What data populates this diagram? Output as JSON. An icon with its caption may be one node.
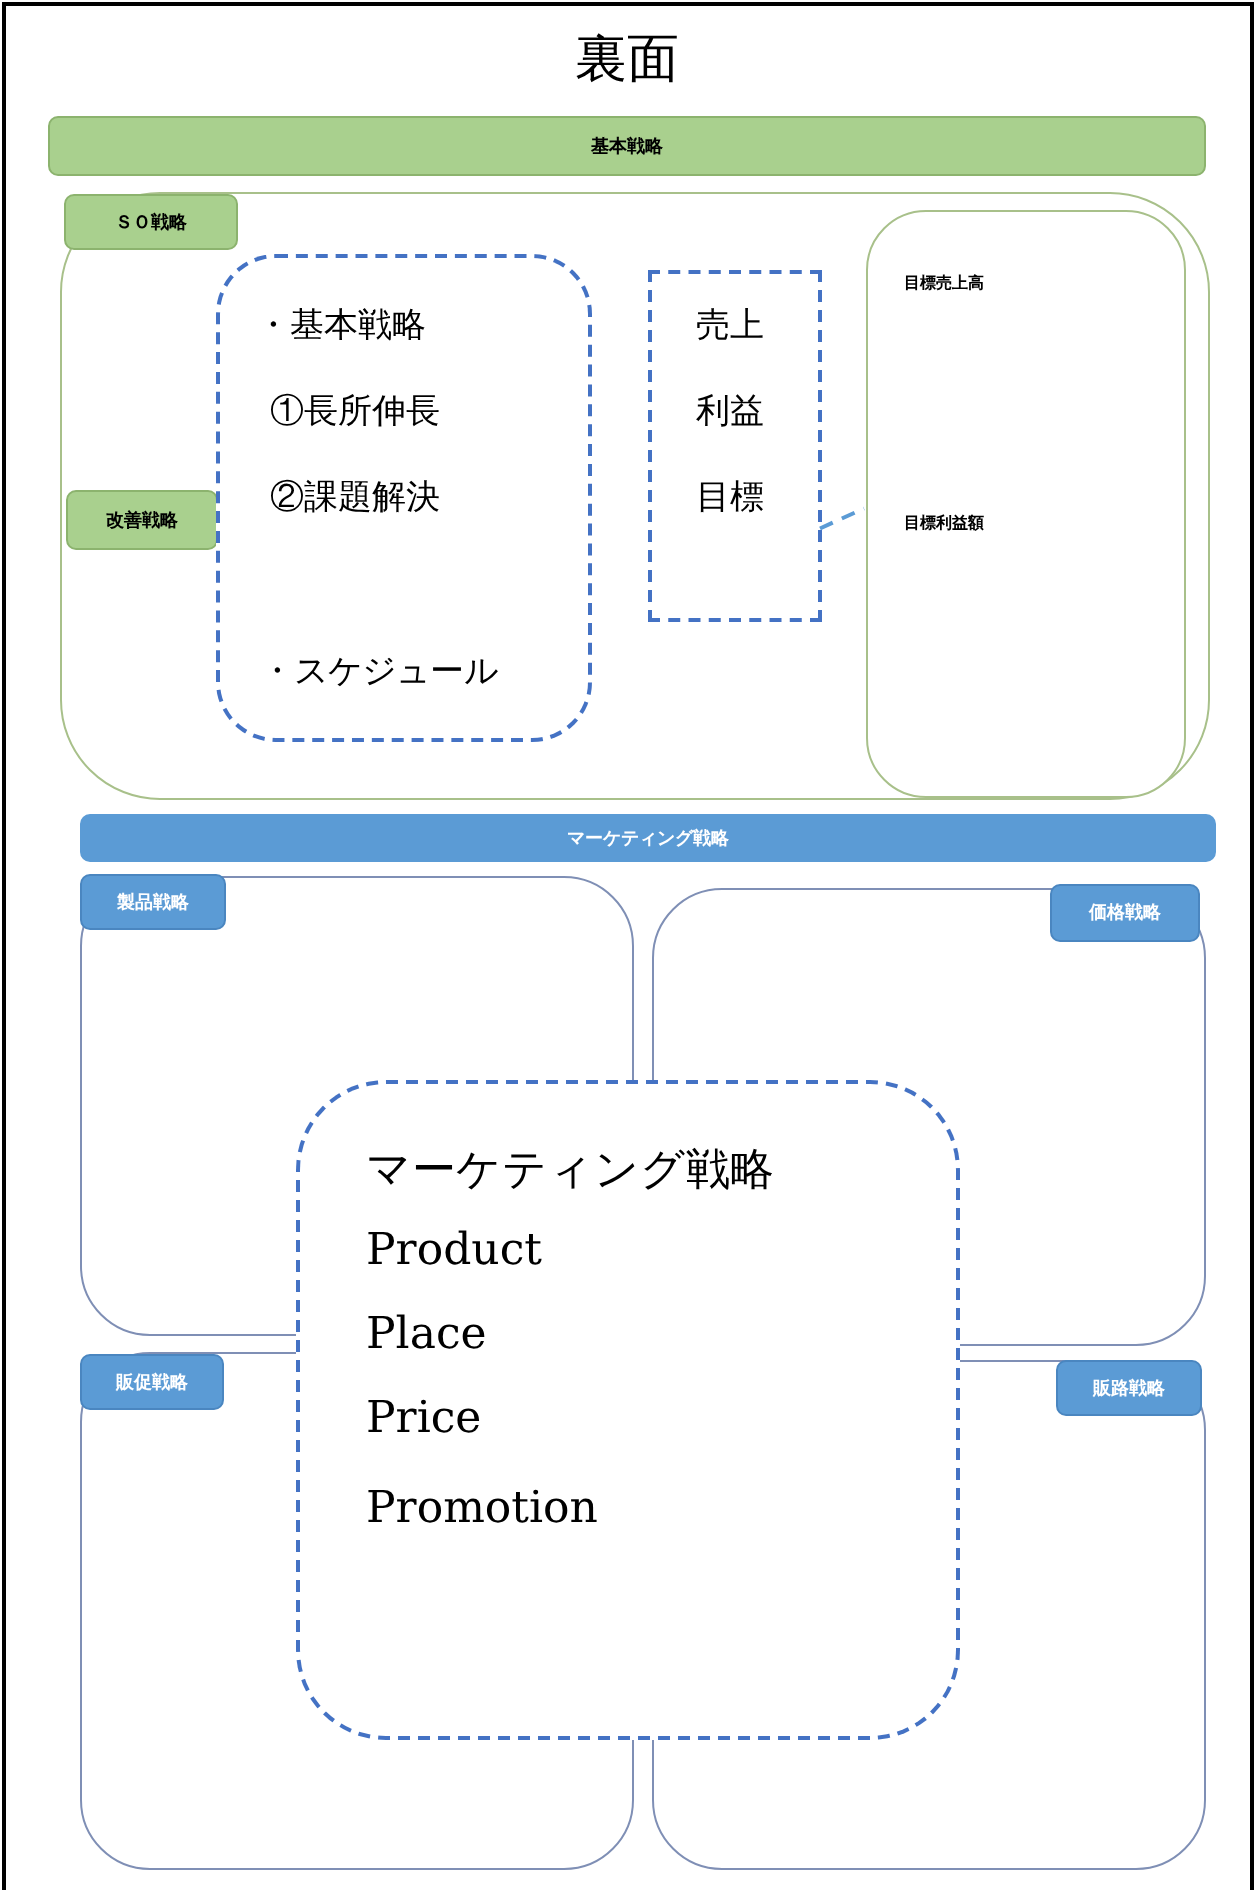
{
  "diagram": {
    "title": "裏面",
    "nodes": [
      {
        "text": [
          "基本戦略"
        ]
      },
      {
        "text": [],
        "shape": "box"
      },
      {
        "text": [
          "ＳＯ戦略"
        ],
        "in": 1
      },
      {
        "text": [
          "改善戦略"
        ],
        "in": 1
      },
      {
        "text": [
          "目標売上高",
          "目標利益額"
        ],
        "in": 1
      },
      {
        "text": [
          "・基本戦略",
          "①長所伸長",
          "②課題解決",
          "・スケジュール"
        ],
        "in": 1
      },
      {
        "text": [
          "売上",
          "利益",
          "目標"
        ],
        "in": 1
      },
      {
        "text": [
          "マーケティング戦略"
        ]
      },
      {
        "text": [
          "製品戦略"
        ]
      },
      {
        "text": [
          "価格戦略"
        ]
      },
      {
        "text": [
          "販促戦略"
        ]
      },
      {
        "text": [
          "販路戦略"
        ]
      },
      {
        "text": [
          "マーケティング戦略",
          "Product",
          "Place",
          "Price",
          "Promotion"
        ]
      }
    ],
    "edges": [
      {
        "from": 6,
        "to": 4,
        "arrow": "none",
        "style": "dashed"
      }
    ]
  }
}
